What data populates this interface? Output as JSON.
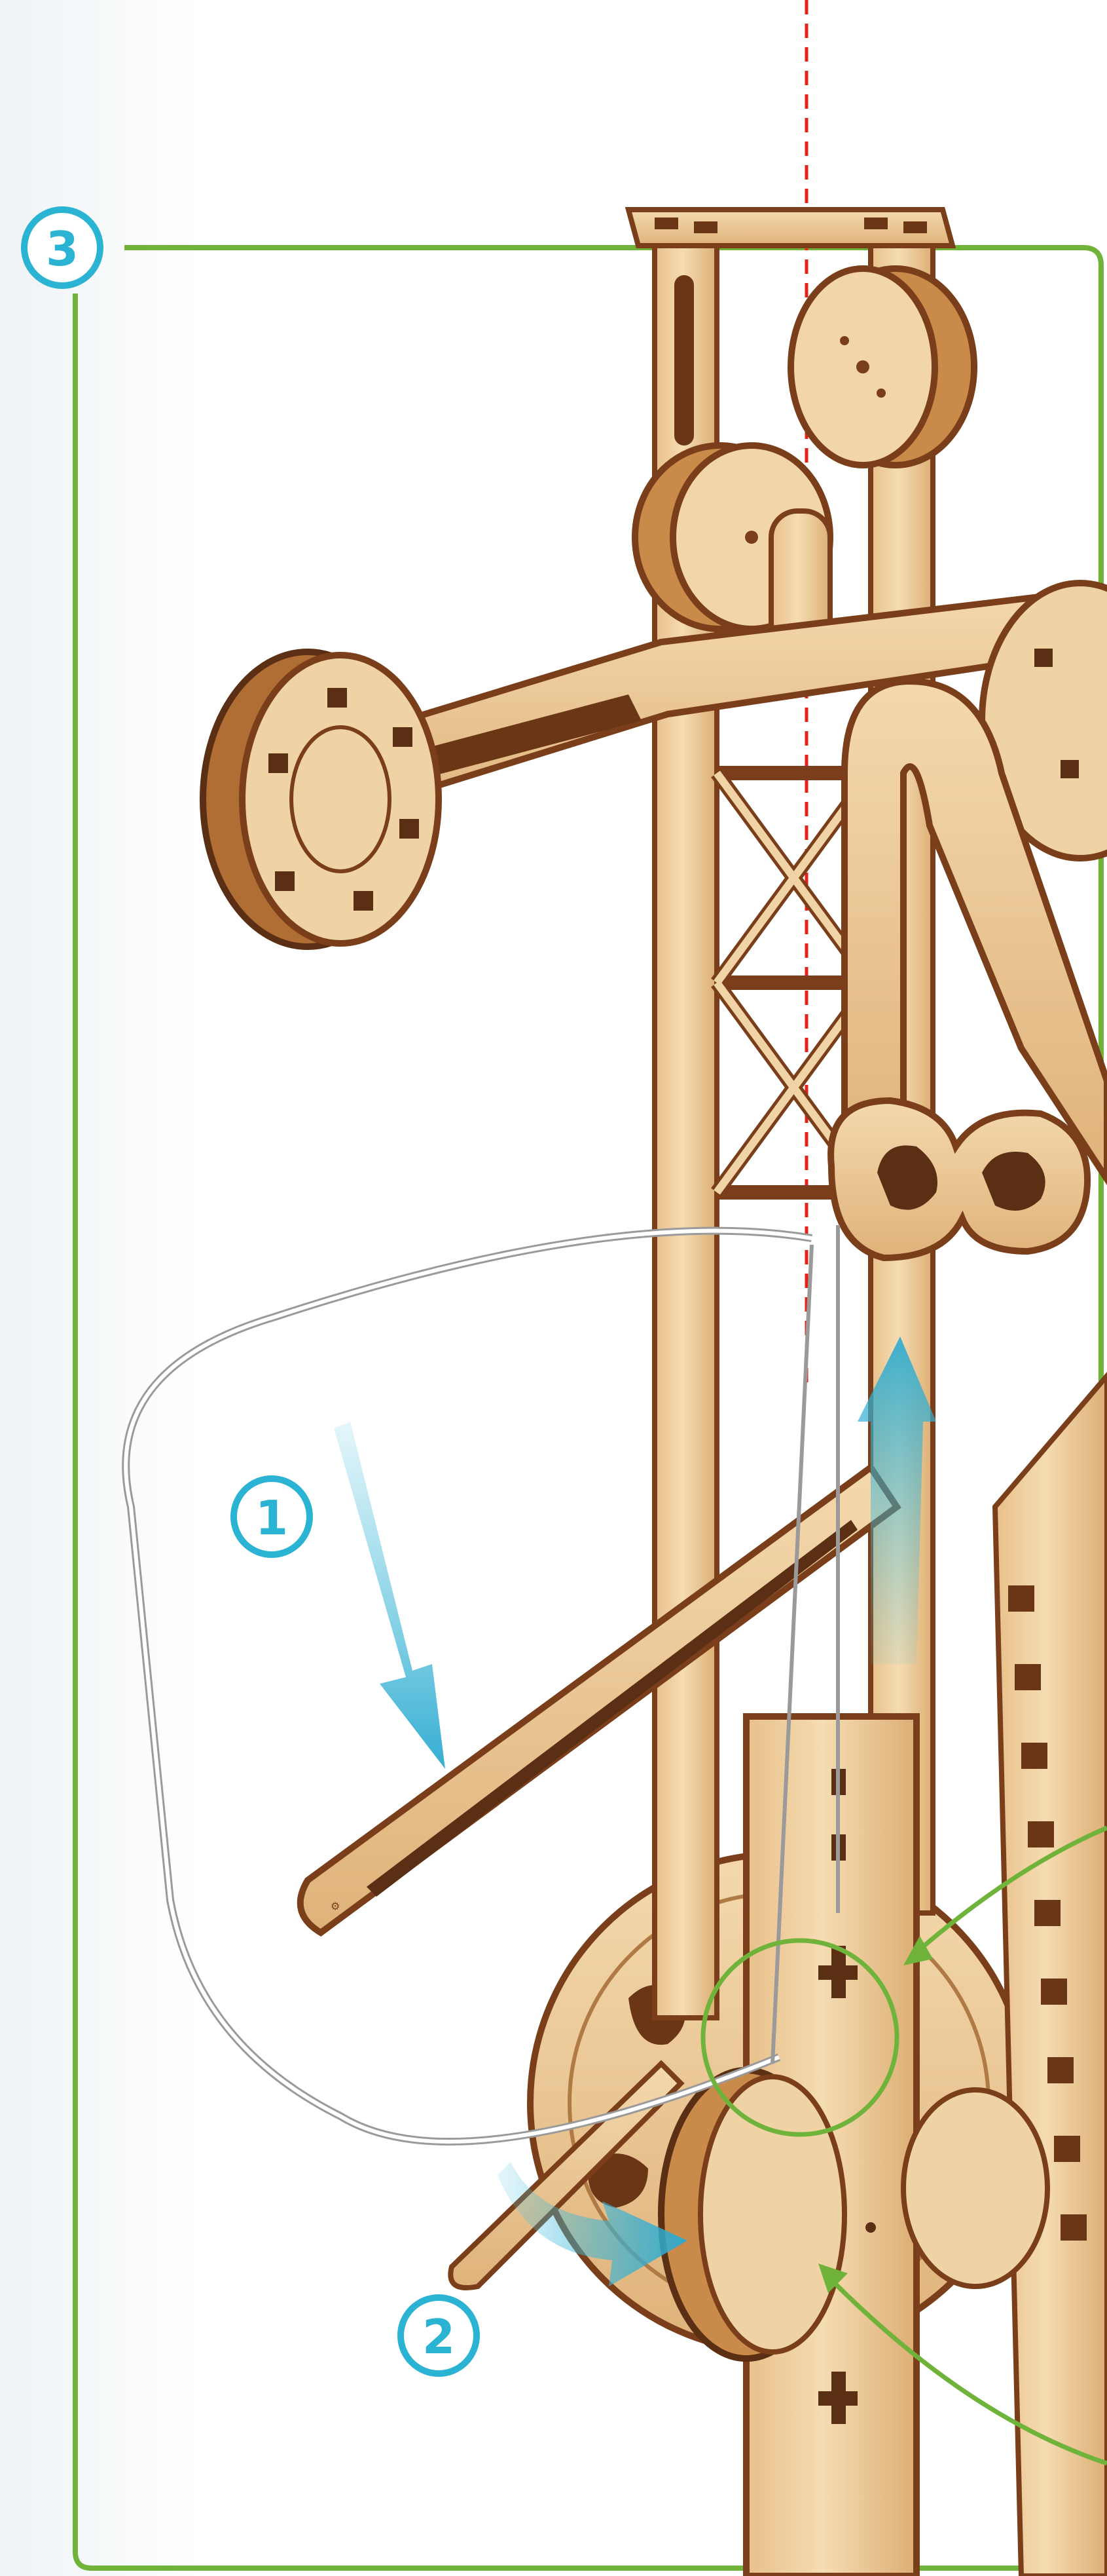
{
  "steps": [
    {
      "label": "3"
    },
    {
      "label": "1"
    },
    {
      "label": "2"
    }
  ],
  "colors": {
    "frame_green": "#6fb33a",
    "badge_cyan": "#2bb3d4",
    "arrow_cyan": "#4ec3df",
    "axis_red": "#e2231a",
    "wood_light": "#f0d3a4",
    "wood_mid": "#e3b77f",
    "wood_edge": "#8a4b22",
    "wood_dark": "#5b2f14"
  },
  "icons": {
    "frame": "step-frame",
    "rotate_arrow": "curved-arrow-icon",
    "up_arrow": "upward-arrow-icon",
    "callout": "magnifier-circle-icon"
  }
}
